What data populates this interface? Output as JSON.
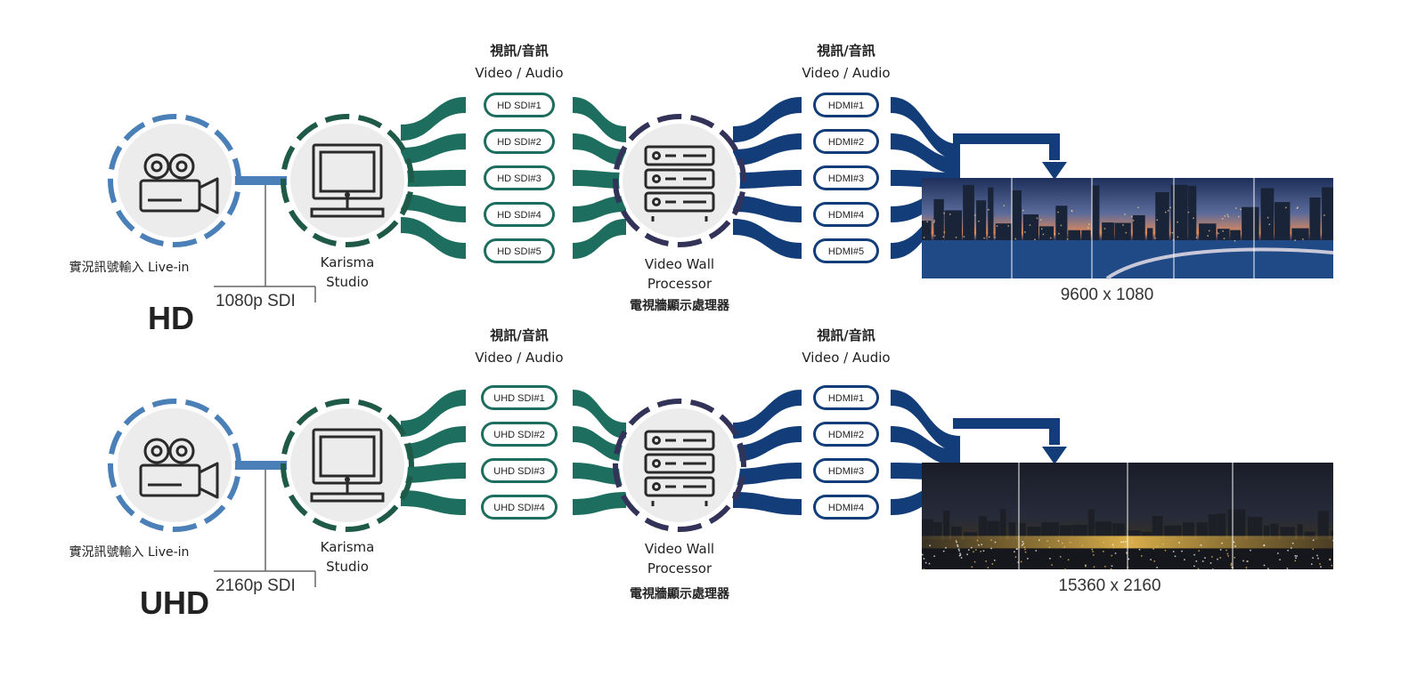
{
  "hd": {
    "label": "HD",
    "input_label": "實況訊號輸入 Live-in",
    "sdi_label": "1080p SDI",
    "studio_line1": "Karisma",
    "studio_line2": "Studio",
    "va_cn_left": "視訊/音訊",
    "va_en_left": "Video / Audio",
    "va_cn_right": "視訊/音訊",
    "va_en_right": "Video / Audio",
    "sdi_pills": [
      "HD SDI#1",
      "HD SDI#2",
      "HD SDI#3",
      "HD SDI#4",
      "HD SDI#5"
    ],
    "hdmi_pills": [
      "HDMI#1",
      "HDMI#2",
      "HDMI#3",
      "HDMI#4",
      "HDMI#5"
    ],
    "processor_line1": "Video Wall",
    "processor_line2": "Processor",
    "processor_cn": "電視牆顯示處理器",
    "resolution": "9600 x 1080"
  },
  "uhd": {
    "label": "UHD",
    "input_label": "實況訊號輸入 Live-in",
    "sdi_label": "2160p SDI",
    "studio_line1": "Karisma",
    "studio_line2": "Studio",
    "va_cn_left": "視訊/音訊",
    "va_en_left": "Video / Audio",
    "va_cn_right": "視訊/音訊",
    "va_en_right": "Video / Audio",
    "sdi_pills": [
      "UHD SDI#1",
      "UHD SDI#2",
      "UHD SDI#3",
      "UHD SDI#4"
    ],
    "hdmi_pills": [
      "HDMI#1",
      "HDMI#2",
      "HDMI#3",
      "HDMI#4"
    ],
    "processor_line1": "Video Wall",
    "processor_line2": "Processor",
    "processor_cn": "電視牆顯示處理器",
    "resolution": "15360 x 2160"
  },
  "colors": {
    "camera_ring": "#4a7fb8",
    "studio_ring": "#1f5a48",
    "teal_band": "#1d6e5e",
    "processor_ring": "#33335a",
    "navy_band": "#123d78",
    "connector": "#4a7fb8",
    "circle_fill": "#ececec"
  },
  "icons": {
    "camera": "video-camera-icon",
    "studio": "monitor-icon",
    "processor": "server-rack-icon",
    "arrow": "down-arrow-icon"
  }
}
